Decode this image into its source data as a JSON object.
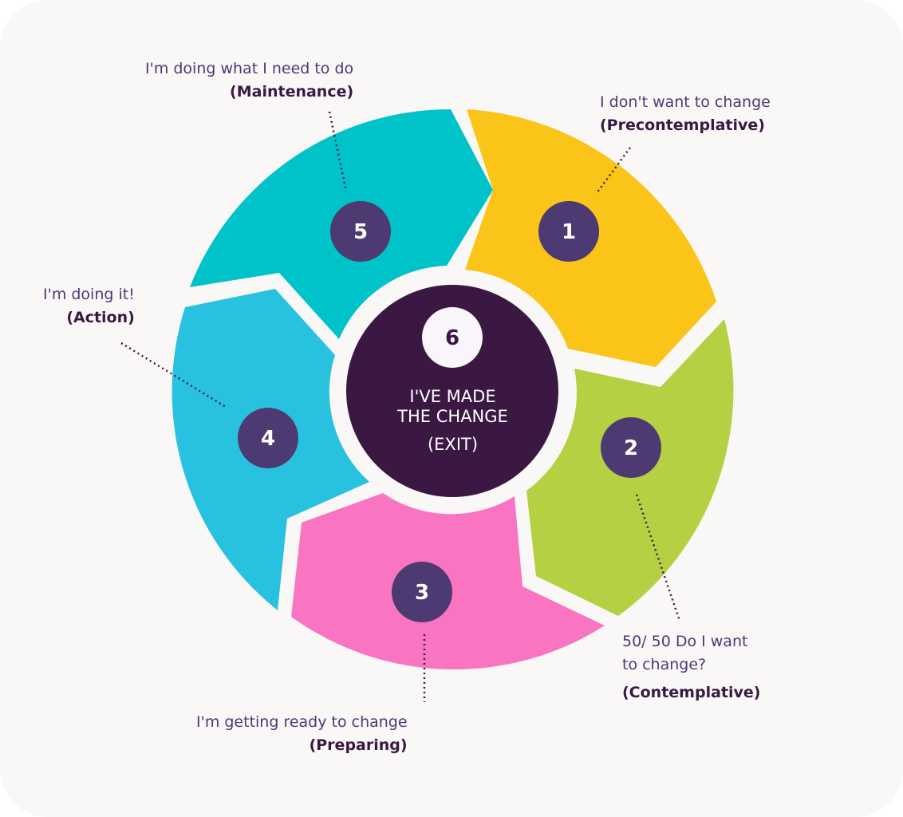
{
  "stages": [
    {
      "number": "1",
      "text": "I don't want to change",
      "name": "(Precontemplative)",
      "color": "#fbc418"
    },
    {
      "number": "2",
      "text_lines": [
        "50/ 50 Do I want",
        "to change?"
      ],
      "name": "(Contemplative)",
      "color": "#b5d043"
    },
    {
      "number": "3",
      "text": "I'm getting ready to change",
      "name": "(Preparing)",
      "color": "#f975c1"
    },
    {
      "number": "4",
      "text": "I'm doing it!",
      "name": "(Action)",
      "color": "#29c1e0"
    },
    {
      "number": "5",
      "text": "I'm doing what I need to do",
      "name": "(Maintenance)",
      "color": "#00c2c9"
    }
  ],
  "center": {
    "number": "6",
    "line1": "I'VE MADE",
    "line2": "THE CHANGE",
    "exit": "(EXIT)",
    "color": "#3a1842"
  },
  "badge_color": "#4d3a73"
}
